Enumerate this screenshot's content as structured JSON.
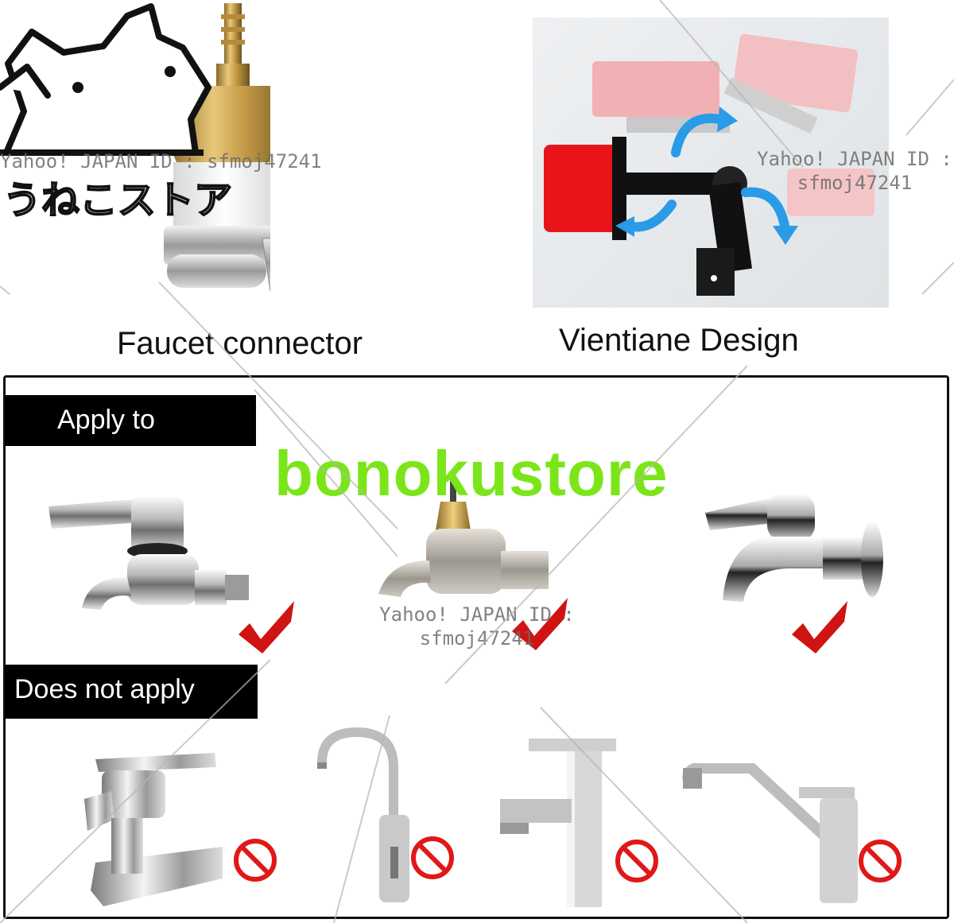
{
  "logo": {
    "store_name": "うねこストア"
  },
  "watermarks": {
    "top_left": "Yahoo! JAPAN ID : sfmoj47241",
    "top_right_line1": "Yahoo! JAPAN ID :",
    "top_right_line2": "sfmoj47241",
    "middle_line1": "Yahoo! JAPAN ID :",
    "middle_line2": "sfmoj47241"
  },
  "captions": {
    "faucet_connector": "Faucet connector",
    "vientiane_design": "Vientiane Design"
  },
  "sections": {
    "apply_to": "Apply to",
    "does_not_apply": "Does not apply"
  },
  "store_watermark": "bonokustore",
  "colors": {
    "check": "#d01313",
    "prohibit": "#e01818",
    "store_green": "#7be51a",
    "brush_red": "#e8141a"
  }
}
